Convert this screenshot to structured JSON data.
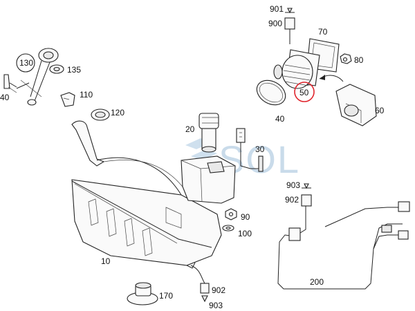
{
  "watermark": {
    "text": "SOL",
    "color": "#bcd3e6"
  },
  "highlight_color": "#e0242c",
  "labels": {
    "p10": "10",
    "p20": "20",
    "p30": "30",
    "p40": "40",
    "p40b": "40",
    "p50": "50",
    "p60": "60",
    "p70": "70",
    "p80": "80",
    "p90": "90",
    "p100": "100",
    "p110": "110",
    "p120": "120",
    "p130": "130",
    "p135": "135",
    "p170": "170",
    "p200": "200",
    "p900": "900",
    "p901": "901",
    "p902a": "902",
    "p903a": "903",
    "p902b": "902",
    "p903b": "903"
  }
}
